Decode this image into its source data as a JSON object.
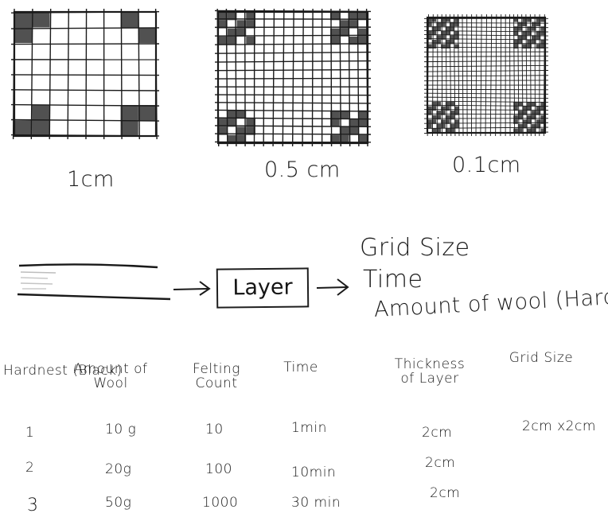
{
  "grid_samples": [
    {
      "label": "1cm",
      "cells": 8,
      "dark_corners": [
        "top-left",
        "top-right",
        "bottom-left",
        "bottom-right"
      ]
    },
    {
      "label": "0.5 cm",
      "cells": 16,
      "dark_corners": [
        "top-left",
        "top-right",
        "bottom-left",
        "bottom-right"
      ]
    },
    {
      "label": "0.1cm",
      "cells": 26,
      "dark_corners": [
        "top-left",
        "top-right",
        "bottom-left",
        "bottom-right"
      ]
    }
  ],
  "flow": {
    "box_label": "Layer",
    "parameters": [
      "Grid Size",
      "Time",
      "Amount of wool (Hards"
    ]
  },
  "table": {
    "headers": [
      "Hardnest (Black)",
      "Amount of Wool",
      "Felting Count",
      "Time",
      "Thickness of Layer",
      "Grid Size"
    ],
    "rows": [
      [
        "1",
        "10 g",
        "10",
        "1min",
        "2cm",
        "2cm x2cm"
      ],
      [
        "2",
        "20g",
        "100",
        "10min",
        "2cm",
        ""
      ],
      [
        "3",
        "50g",
        "1000",
        "30 min",
        "2cm",
        ""
      ]
    ]
  },
  "colors": {
    "ink": "#1a1a1a",
    "shading": "#2b2b2b",
    "paper": "#ffffff"
  }
}
